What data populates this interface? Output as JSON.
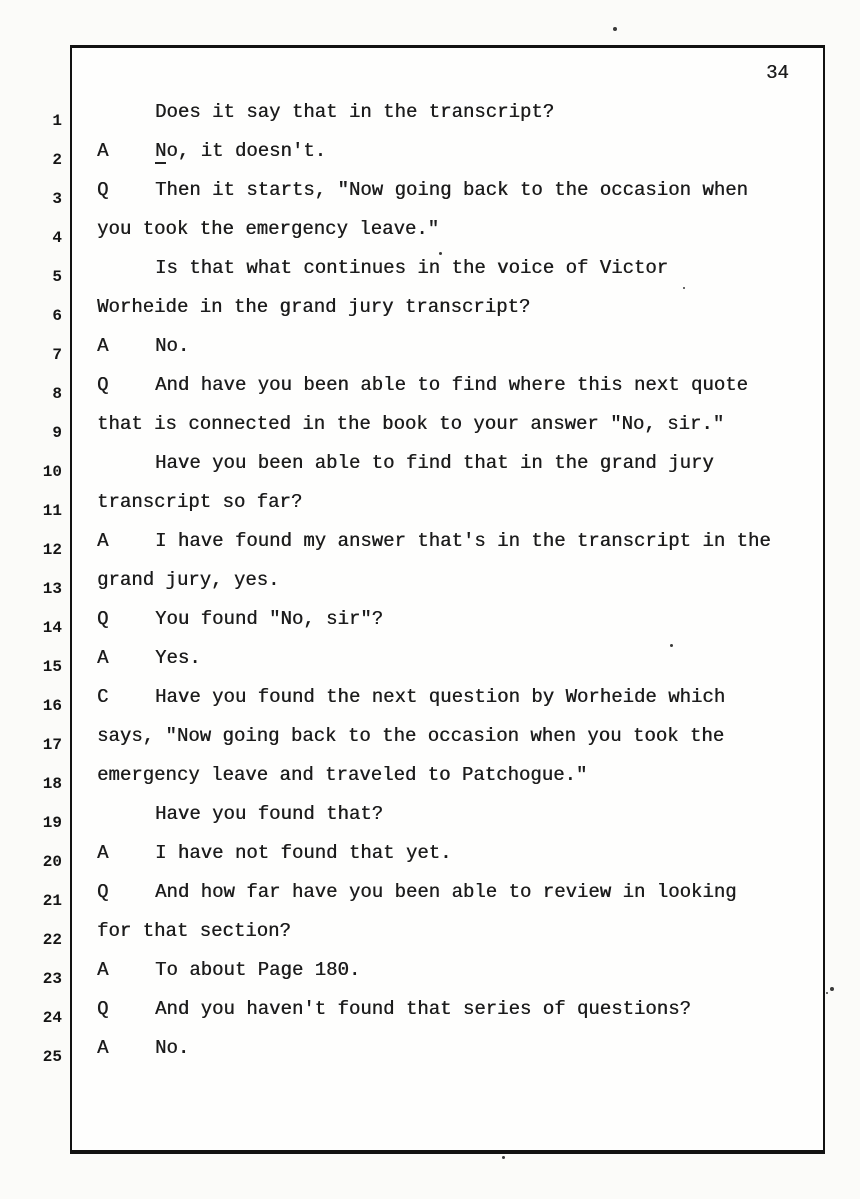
{
  "page": {
    "number": "34",
    "ink_color": "#1c1c1c",
    "paper_color": "#fefefd"
  },
  "transcript": {
    "lines": [
      {
        "n": "1",
        "s": "",
        "t": "Does it say that in the transcript?"
      },
      {
        "n": "2",
        "s": "A",
        "t": "No, it doesn't."
      },
      {
        "n": "3",
        "s": "Q",
        "t": "Then it starts, \"Now going back to the occasion when"
      },
      {
        "n": "4",
        "s": "",
        "t": "you took the emergency leave.\""
      },
      {
        "n": "5",
        "s": "",
        "t": "Is that what continues in the voice of Victor"
      },
      {
        "n": "6",
        "s": "",
        "t": "Worheide in the grand jury transcript?"
      },
      {
        "n": "7",
        "s": "A",
        "t": "No."
      },
      {
        "n": "8",
        "s": "Q",
        "t": "And have you been able to find where this next quote"
      },
      {
        "n": "9",
        "s": "",
        "t": "that is connected in the book to your answer \"No, sir.\""
      },
      {
        "n": "10",
        "s": "",
        "t": "Have you been able to find that in the grand jury"
      },
      {
        "n": "11",
        "s": "",
        "t": "transcript so far?"
      },
      {
        "n": "12",
        "s": "A",
        "t": "I have found my answer that's in the transcript in the"
      },
      {
        "n": "13",
        "s": "",
        "t": "grand jury, yes."
      },
      {
        "n": "14",
        "s": "Q",
        "t": "You found \"No, sir\"?"
      },
      {
        "n": "15",
        "s": "A",
        "t": "Yes."
      },
      {
        "n": "16",
        "s": "C",
        "t": "Have you found the next question by Worheide which"
      },
      {
        "n": "17",
        "s": "",
        "t": "says, \"Now going back to the occasion when you took the"
      },
      {
        "n": "18",
        "s": "",
        "t": "emergency leave and traveled to Patchogue.\""
      },
      {
        "n": "19",
        "s": "",
        "t": "Have you found that?"
      },
      {
        "n": "20",
        "s": "A",
        "t": "I have not found that yet."
      },
      {
        "n": "21",
        "s": "Q",
        "t": "And how far have you been able to review in looking"
      },
      {
        "n": "22",
        "s": "",
        "t": "for that section?"
      },
      {
        "n": "23",
        "s": "A",
        "t": "To about Page 180."
      },
      {
        "n": "24",
        "s": "Q",
        "t": "And you haven't found that series of questions?"
      },
      {
        "n": "25",
        "s": "A",
        "t": "No."
      }
    ]
  }
}
